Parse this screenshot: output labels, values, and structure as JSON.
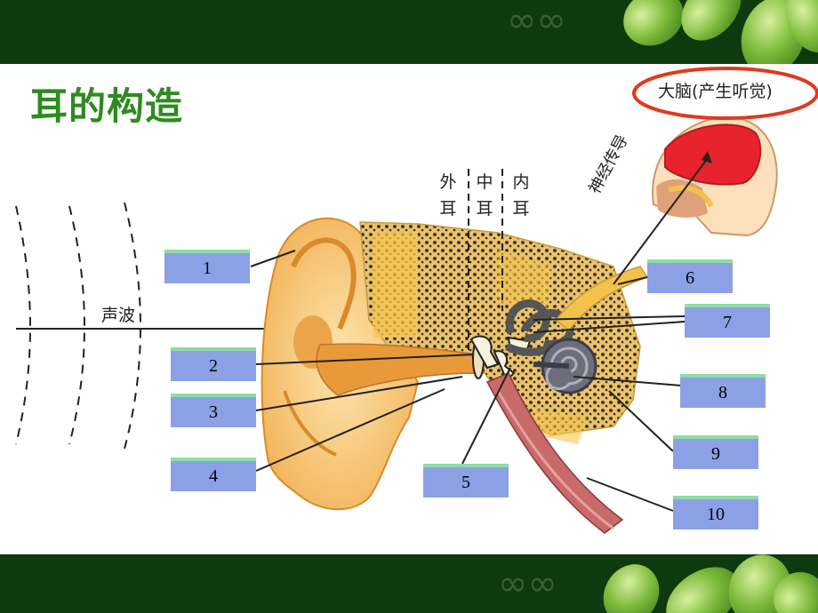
{
  "title": "耳的构造",
  "brain_label": "大脑(产生听觉)",
  "nerve_label": "神经传导",
  "sound_label": "声波",
  "zones": [
    {
      "chars": [
        "外",
        "耳"
      ]
    },
    {
      "chars": [
        "中",
        "耳"
      ]
    },
    {
      "chars": [
        "内",
        "耳"
      ]
    }
  ],
  "markers": [
    "1",
    "2",
    "3",
    "4",
    "5",
    "6",
    "7",
    "8",
    "9",
    "10"
  ],
  "colors": {
    "band": "#0e3a0f",
    "title": "#2e8b1f",
    "box_fill": "#8ca0e6",
    "box_top": "#8fdca8",
    "brain_highlight": "#e03a1e",
    "brain": "#e8232e",
    "ear_tissue": "#f4b63a",
    "bone_dots": "#3a2a10",
    "cochlea": "#6e6e7a"
  }
}
